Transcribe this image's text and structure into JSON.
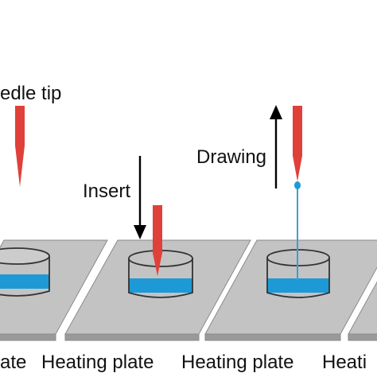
{
  "labels": {
    "needle_tip": "edle tip",
    "insert": "Insert",
    "drawing": "Drawing",
    "plate_1": "ate",
    "plate_2": "Heating plate",
    "plate_3": "Heating plate",
    "plate_4": "Heati"
  },
  "colors": {
    "needle": "#e0403a",
    "liquid": "#1d9ad6",
    "fiber": "#3a9fd8",
    "plate_top": "#c3c3c3",
    "plate_front": "#9a9a9a",
    "outline": "#7f7f7f",
    "arrow": "#000000"
  }
}
